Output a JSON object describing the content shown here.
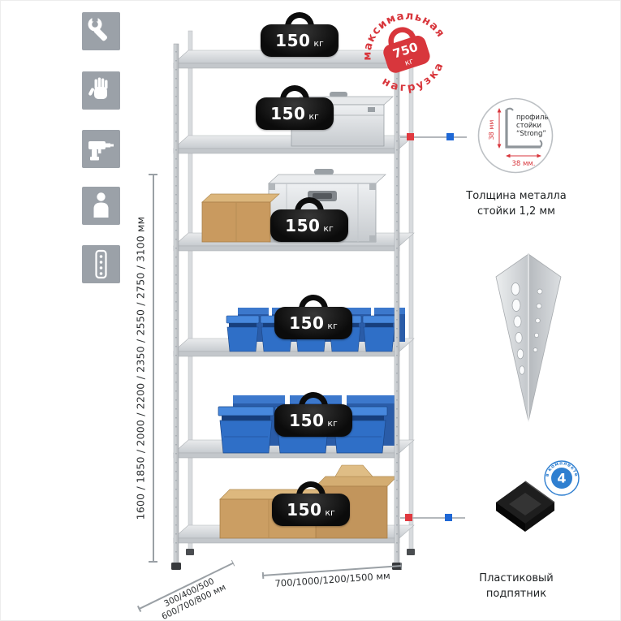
{
  "feature_icons": [
    {
      "name": "wrench-icon"
    },
    {
      "name": "glove-icon"
    },
    {
      "name": "drill-icon"
    },
    {
      "name": "person-icon"
    },
    {
      "name": "perforated-strip-icon"
    }
  ],
  "rack": {
    "shelf_loads": [
      {
        "value": "150",
        "unit": "кг"
      },
      {
        "value": "150",
        "unit": "кг"
      },
      {
        "value": "150",
        "unit": "кг"
      },
      {
        "value": "150",
        "unit": "кг"
      },
      {
        "value": "150",
        "unit": "кг"
      },
      {
        "value": "150",
        "unit": "кг"
      }
    ]
  },
  "max_load": {
    "arc_top": "максимальная",
    "arc_bottom": "нагрузка",
    "value": "750",
    "unit": "кг"
  },
  "profile": {
    "dim_vertical": "38 мм",
    "dim_horizontal": "38 мм.",
    "label_line1": "профиль",
    "label_line2": "стойки",
    "label_line3": "“Strong”",
    "caption_line1": "Толщина металла",
    "caption_line2": "стойки 1,2 мм"
  },
  "foot": {
    "badge_number": "4",
    "badge_text": "в комплекте",
    "caption_line1": "Пластиковый",
    "caption_line2": "подпятник"
  },
  "dimensions": {
    "height": "1600 / 1850 / 2000 / 2200 / 2350 / 2550 / 2750 / 3100 мм",
    "depth_line1": "300/400/500",
    "depth_line2": "600/700/800 мм",
    "width": "700/1000/1200/1500 мм"
  },
  "colors": {
    "accent_red": "#d8363c",
    "bin_blue": "#2f6fc7",
    "badge_blue": "#2f7fd0",
    "icon_gray": "#9ba1a8",
    "metal_gray": "#c9ccd0",
    "weight_black": "#0c0c0c",
    "cardboard": "#c89a5f"
  }
}
